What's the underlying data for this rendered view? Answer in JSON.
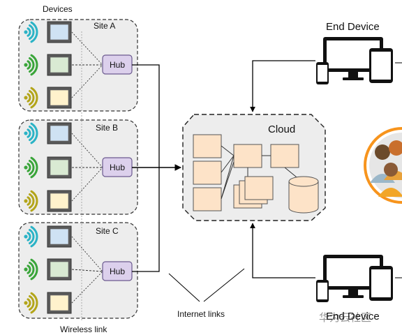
{
  "labels": {
    "devices": "Devices",
    "wireless_link": "Wireless link",
    "internet_links": "Internet links",
    "cloud": "Cloud",
    "end_device_top": "End Device",
    "end_device_bottom": "End Device",
    "watermark": "华为云社区"
  },
  "sites": [
    {
      "name": "Site A",
      "hub": "Hub"
    },
    {
      "name": "Site B",
      "hub": "Hub"
    },
    {
      "name": "Site C",
      "hub": "Hub"
    }
  ],
  "colors": {
    "site_fill": "#ededed",
    "hub_fill": "#dcd0ec",
    "hub_stroke": "#6b5a8e",
    "cloud_fill": "#ededed",
    "block_fill": "#fde3c8",
    "block_stroke": "#555555",
    "device_blue": "#cfe2f3",
    "device_green": "#d9ead3",
    "device_yellow": "#fff2cc",
    "wifi_blue": "#2bb3c6",
    "wifi_green": "#3aa53a",
    "wifi_yellow": "#b3a51a",
    "people_ring": "#f7941d"
  },
  "icons": [
    "wifi-signal-icon",
    "device-square-icon",
    "hub-icon",
    "monitor-icon",
    "tablet-icon",
    "smartphone-icon",
    "database-icon",
    "people-group-icon"
  ]
}
